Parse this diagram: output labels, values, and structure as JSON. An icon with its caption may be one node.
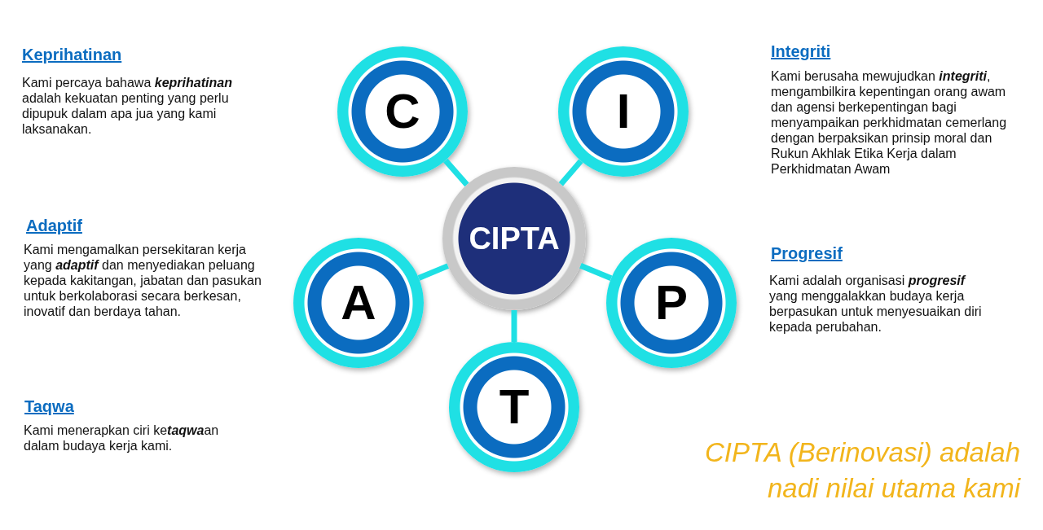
{
  "diagram": {
    "caption": "CIPTA (Berinovasi) adalah nadi nilai utama kami",
    "nodes": [
      {
        "text": [
          "CIPTA"
        ]
      },
      {
        "text": [
          "C"
        ]
      },
      {
        "text": [
          "I"
        ]
      },
      {
        "text": [
          "A"
        ]
      },
      {
        "text": [
          "P"
        ]
      },
      {
        "text": [
          "T"
        ]
      }
    ],
    "edges": [
      {
        "from": 0,
        "to": 1,
        "arrow": "none"
      },
      {
        "from": 0,
        "to": 2,
        "arrow": "none"
      },
      {
        "from": 0,
        "to": 3,
        "arrow": "none"
      },
      {
        "from": 0,
        "to": 4,
        "arrow": "none"
      },
      {
        "from": 0,
        "to": 5,
        "arrow": "none"
      }
    ],
    "labels": [
      "Keprihatinan",
      "Kami percaya bahawa **keprihatinan** adalah kekuatan penting yang perlu dipupuk dalam apa jua yang kami laksanakan.",
      "Integriti",
      "Kami berusaha mewujudkan **integriti**, mengambilkira kepentingan orang awam dan agensi berkepentingan bagi menyampaikan perkhidmatan cemerlang dengan berpaksikan prinsip moral dan Rukun Akhlak Etika Kerja dalam Perkhidmatan Awam",
      "Adaptif",
      "Kami mengamalkan persekitaran kerja yang **adaptif** dan menyediakan peluang kepada kakitangan, jabatan dan pasukan untuk berkolaborasi secara berkesan, inovatif dan berdaya tahan.",
      "Progresif",
      "Kami adalah organisasi **progresif** yang menggalakkan budaya kerja berpasukan untuk menyesuaikan diri kepada perubahan.",
      "Taqwa",
      "Kami menerapkan ciri ke**taqwa**an dalam budaya kerja kami."
    ]
  }
}
